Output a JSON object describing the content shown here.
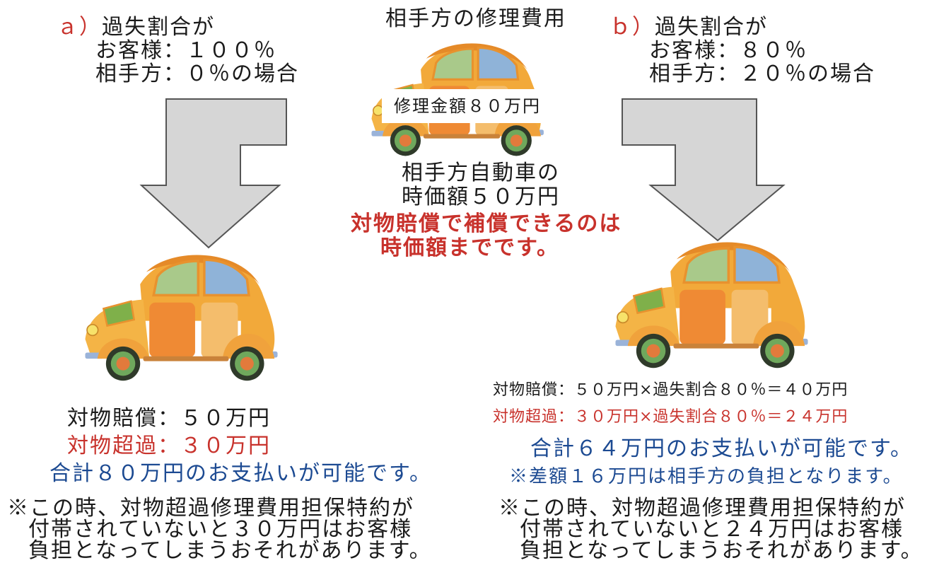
{
  "center": {
    "title": "相手方の修理費用",
    "repair_label": "修理金額８０万円",
    "market_value_line1": "相手方自動車の",
    "market_value_line2": "時価額５０万円",
    "note_line1": "対物賠償で補償できるのは",
    "note_line2": "時価額までです。"
  },
  "case_a": {
    "marker": "ａ）",
    "heading": "過失割合が",
    "customer": "お客様：１００％",
    "other": "相手方：０％の場合",
    "liability": "対物賠償：５０万円",
    "excess": "対物超過：３０万円",
    "total": "合計８０万円のお支払いが可能です。",
    "warning_line1": "※この時、対物超過修理費用担保特約が",
    "warning_line2": "付帯されていないと３０万円はお客様",
    "warning_line3": "負担となってしまうおそれがあります。"
  },
  "case_b": {
    "marker": "ｂ）",
    "heading": "過失割合が",
    "customer": "お客様：８０％",
    "other": "相手方：２０％の場合",
    "liability": "対物賠償：５０万円×過失割合８０％＝４０万円",
    "excess": "対物超過：３０万円×過失割合８０％＝２４万円",
    "total": "合計６４万円のお支払いが可能です。",
    "difference": "※差額１６万円は相手方の負担となります。",
    "warning_line1": "※この時、対物超過修理費用担保特約が",
    "warning_line2": "付帯されていないと２４万円はお客様",
    "warning_line3": "負担となってしまうおそれがあります。"
  },
  "colors": {
    "red_text": "#c8322c",
    "blue_text": "#1c4a92",
    "arrow_fill": "#d6d6d6",
    "car_body": "#f2ad3a"
  },
  "icons": [
    "car-illustration",
    "down-left-arrow",
    "down-right-arrow"
  ]
}
